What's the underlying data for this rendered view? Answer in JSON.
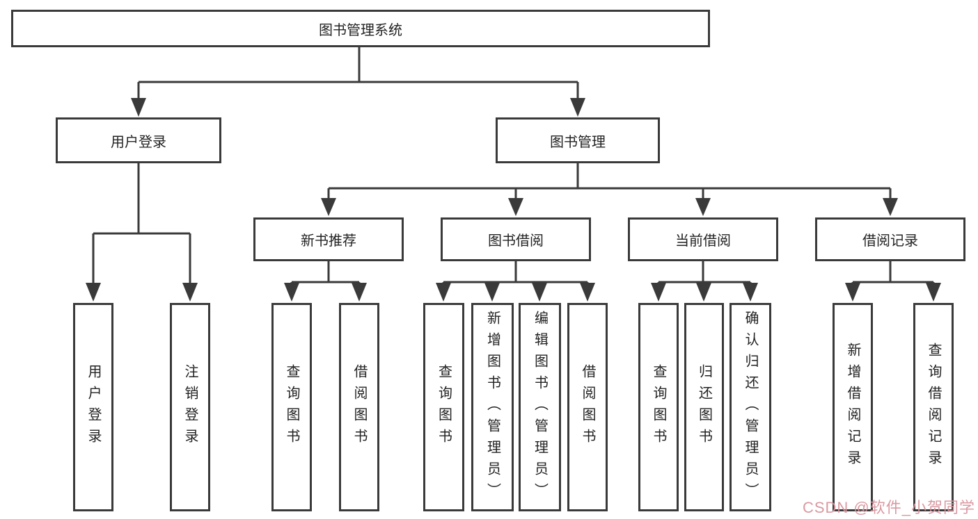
{
  "diagram": {
    "root": "图书管理系统",
    "level2": {
      "user_login": "用户登录",
      "book_management": "图书管理"
    },
    "user_login_children": [
      "用户登录",
      "注销登录"
    ],
    "level3": [
      "新书推荐",
      "图书借阅",
      "当前借阅",
      "借阅记录"
    ],
    "new_book_children": [
      "查询图书",
      "借阅图书"
    ],
    "book_borrow_children": [
      "查询图书",
      "新增图书（管理员）",
      "编辑图书（管理员）",
      "借阅图书"
    ],
    "current_borrow_children": [
      "查询图书",
      "归还图书",
      "确认归还（管理员）"
    ],
    "borrow_record_children": [
      "新增借阅记录",
      "查询借阅记录"
    ]
  },
  "watermark": "CSDN @软件_小贺同学",
  "colors": {
    "line": "#3a3a3a",
    "box_border": "#3a3a3a",
    "text": "#222222",
    "background": "#ffffff",
    "watermark": "#d8949c"
  }
}
